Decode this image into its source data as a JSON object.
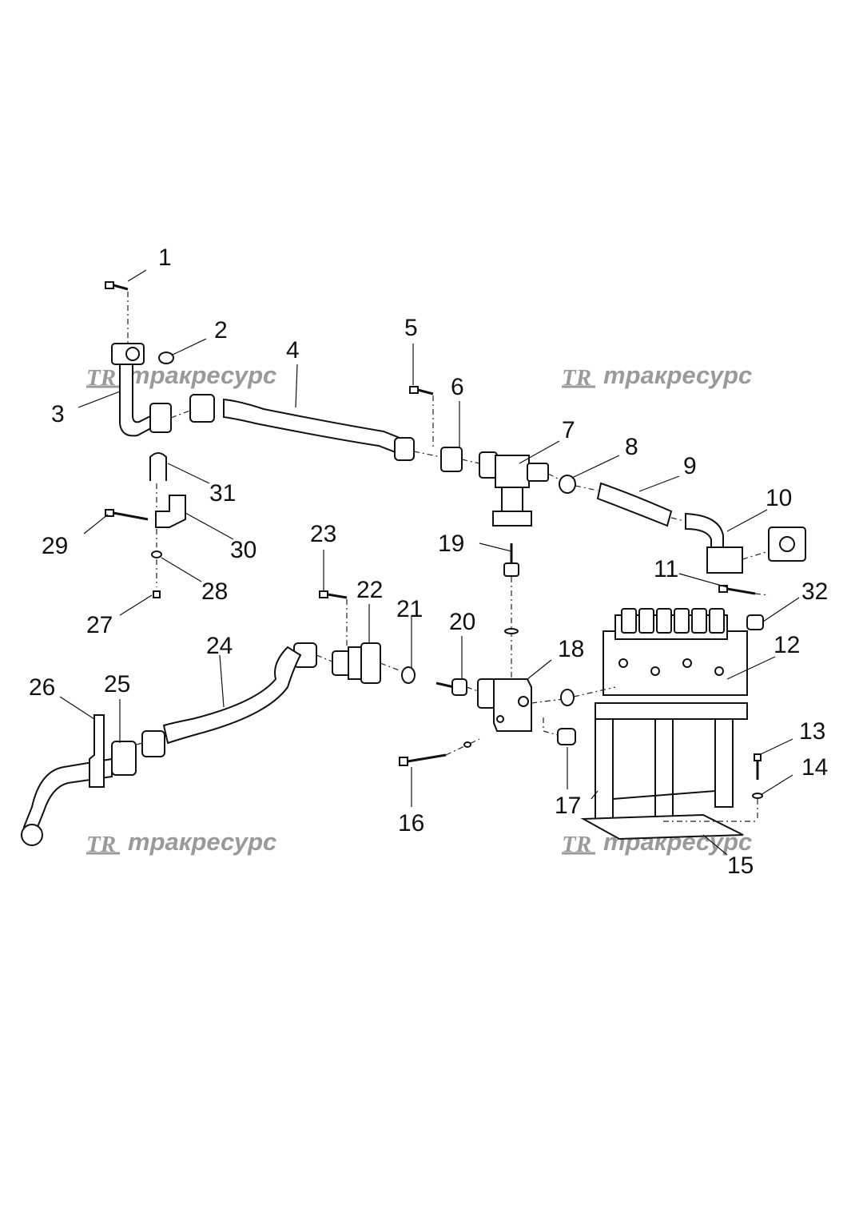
{
  "callouts": [
    "1",
    "2",
    "3",
    "4",
    "5",
    "6",
    "7",
    "8",
    "9",
    "10",
    "11",
    "12",
    "13",
    "14",
    "15",
    "16",
    "17",
    "18",
    "19",
    "20",
    "21",
    "22",
    "23",
    "24",
    "25",
    "26",
    "27",
    "28",
    "29",
    "30",
    "31",
    "32"
  ],
  "watermark": {
    "logo": "TR",
    "text": "тракресурс"
  }
}
